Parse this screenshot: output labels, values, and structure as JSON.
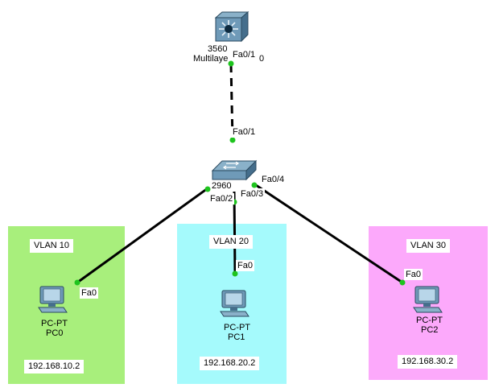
{
  "colors": {
    "vlan10": "#a8ef7c",
    "vlan20": "#a5fafc",
    "vlan30": "#fca9fb",
    "link": "#000000",
    "port_dot": "#1ec41e"
  },
  "vlans": [
    {
      "label": "VLAN 10",
      "ip": "192.168.10.2"
    },
    {
      "label": "VLAN 20",
      "ip": "192.168.20.2"
    },
    {
      "label": "VLAN 30",
      "ip": "192.168.30.2"
    }
  ],
  "devices": {
    "multilayer_switch": {
      "model": "3560",
      "name": "Multilaye",
      "icon": "multilayer-switch-icon"
    },
    "switch": {
      "model": "2960",
      "name": "",
      "icon": "switch-icon"
    },
    "pc0": {
      "model": "PC-PT",
      "name": "PC0",
      "icon": "pc-icon"
    },
    "pc1": {
      "model": "PC-PT",
      "name": "PC1",
      "icon": "pc-icon"
    },
    "pc2": {
      "model": "PC-PT",
      "name": "PC2",
      "icon": "pc-icon"
    }
  },
  "ports": {
    "ml_fa01": "Fa0/1",
    "ml_extra": "0",
    "sw_fa01": "Fa0/1",
    "sw_fa02": "Fa0/2",
    "sw_fa03": "Fa0/3",
    "sw_fa04": "Fa0/4",
    "pc0_fa0": "Fa0",
    "pc1_fa0": "Fa0",
    "pc2_fa0": "Fa0"
  },
  "links": [
    {
      "from": "Multilaye Fa0/1",
      "to": "2960 Fa0/1",
      "style": "dashed"
    },
    {
      "from": "2960 Fa0/2",
      "to": "PC0 Fa0",
      "style": "solid"
    },
    {
      "from": "2960 Fa0/3",
      "to": "PC1 Fa0",
      "style": "solid"
    },
    {
      "from": "2960 Fa0/4",
      "to": "PC2 Fa0",
      "style": "solid"
    }
  ]
}
